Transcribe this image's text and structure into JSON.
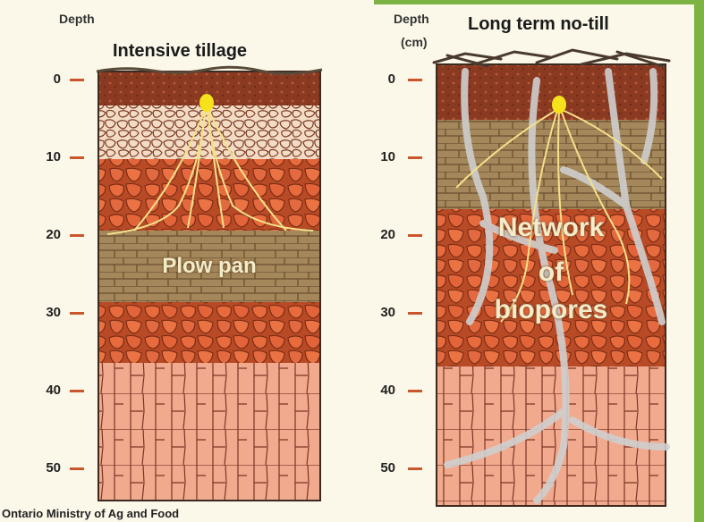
{
  "left_panel": {
    "depth_label": "Depth",
    "title": "Intensive tillage",
    "overlay_label": "Plow pan"
  },
  "right_panel": {
    "depth_label": "Depth",
    "depth_unit": "(cm)",
    "title": "Long term no-till",
    "overlay_lines": [
      "Network",
      "of",
      "biopores"
    ]
  },
  "depth_ticks": [
    "0",
    "10",
    "20",
    "30",
    "40",
    "50"
  ],
  "credit": "Ontario Ministry of Ag and Food",
  "colors": {
    "accent_green": "#7cb342",
    "topsoil_dark": "#8b3a22",
    "aggregate_light": "#f3dcc6",
    "aggregate_orange": "#e2673c",
    "plow_pan": "#a08456",
    "subsoil_pink": "#f2aa8e",
    "biopore": "#cfcfcf",
    "root": "#f4e08a",
    "seed": "#f6e21a"
  }
}
